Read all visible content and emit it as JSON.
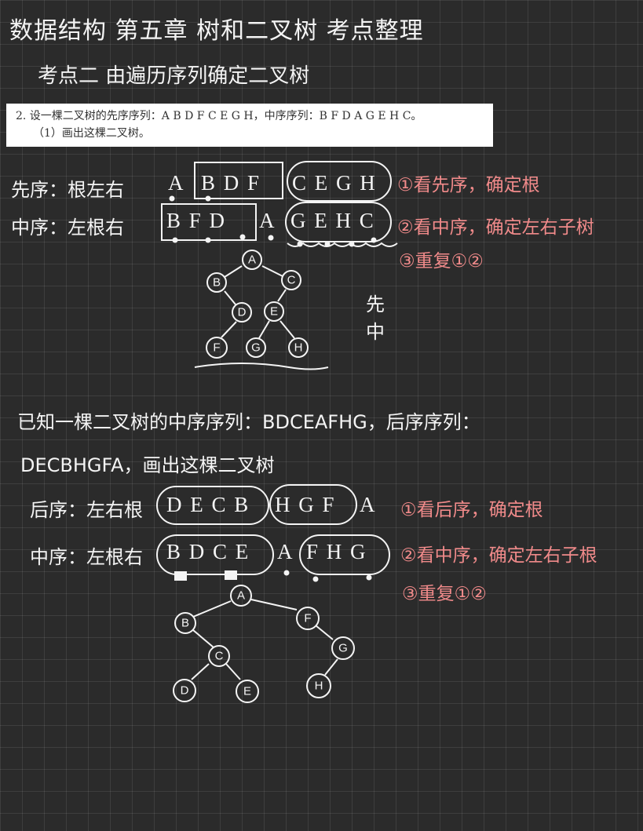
{
  "title": "数据结构 第五章 树和二叉树 考点整理",
  "subtitle": "考点二 由遍历序列确定二叉树",
  "question": {
    "line1": "2. 设一棵二叉树的先序序列：A B D F C E G H，中序序列：B F D A G E H C。",
    "line2": "（1）画出这棵二叉树。"
  },
  "problem1": {
    "preorder_label": "先序：根左右",
    "preorder_root": "A",
    "preorder_left": "B D F",
    "preorder_right": "C E G H",
    "inorder_label": "中序：左根右",
    "inorder_left": "B F D",
    "inorder_root": "A",
    "inorder_right": "G E H C",
    "steps": [
      "①看先序，确定根",
      "②看中序，确定左右子树",
      "③重复①②"
    ],
    "side_note": [
      "先",
      "中"
    ],
    "tree_nodes": [
      "A",
      "B",
      "C",
      "D",
      "E",
      "F",
      "G",
      "H"
    ]
  },
  "problem2": {
    "statement_line1": "已知一棵二叉树的中序序列：BDCEAFHG，后序序列：",
    "statement_line2": "DECBHGFA，画出这棵二叉树",
    "postorder_label": "后序：左右根",
    "postorder_left": "D E C B",
    "postorder_right": "H G F",
    "postorder_root": "A",
    "inorder_label": "中序：左根右",
    "inorder_left": "B D C E",
    "inorder_root": "A",
    "inorder_right": "F H G",
    "steps": [
      "①看后序，确定根",
      "②看中序，确定左右子根",
      "③重复①②"
    ],
    "tree_nodes": [
      "A",
      "B",
      "F",
      "G",
      "C",
      "D",
      "E",
      "H"
    ]
  }
}
